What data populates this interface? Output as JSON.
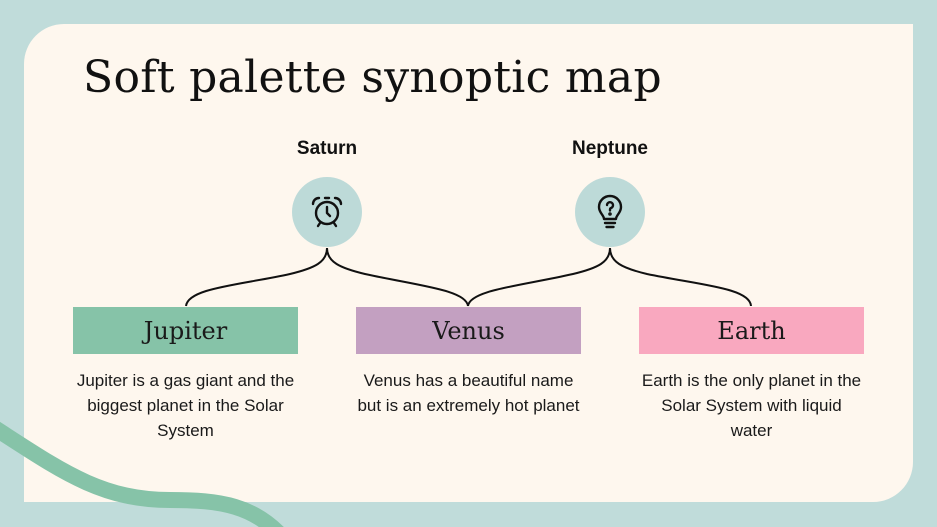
{
  "slide": {
    "title": "Soft palette synoptic map"
  },
  "top_nodes": [
    {
      "label": "Saturn",
      "icon": "alarm-clock-icon"
    },
    {
      "label": "Neptune",
      "icon": "lightbulb-question-icon"
    }
  ],
  "boxes": [
    {
      "label": "Jupiter",
      "color": "#86c3a8",
      "description": "Jupiter is a gas giant and the biggest planet in the Solar System"
    },
    {
      "label": "Venus",
      "color": "#c3a0c1",
      "description": "Venus has a beautiful name but is an extremely hot planet"
    },
    {
      "label": "Earth",
      "color": "#f9a8bf",
      "description": "Earth is the only planet in the Solar System with liquid water"
    }
  ],
  "colors": {
    "background": "#c0dcda",
    "card": "#fef7ee",
    "node_fill": "#bddad8",
    "wave": "#86c3a8"
  }
}
